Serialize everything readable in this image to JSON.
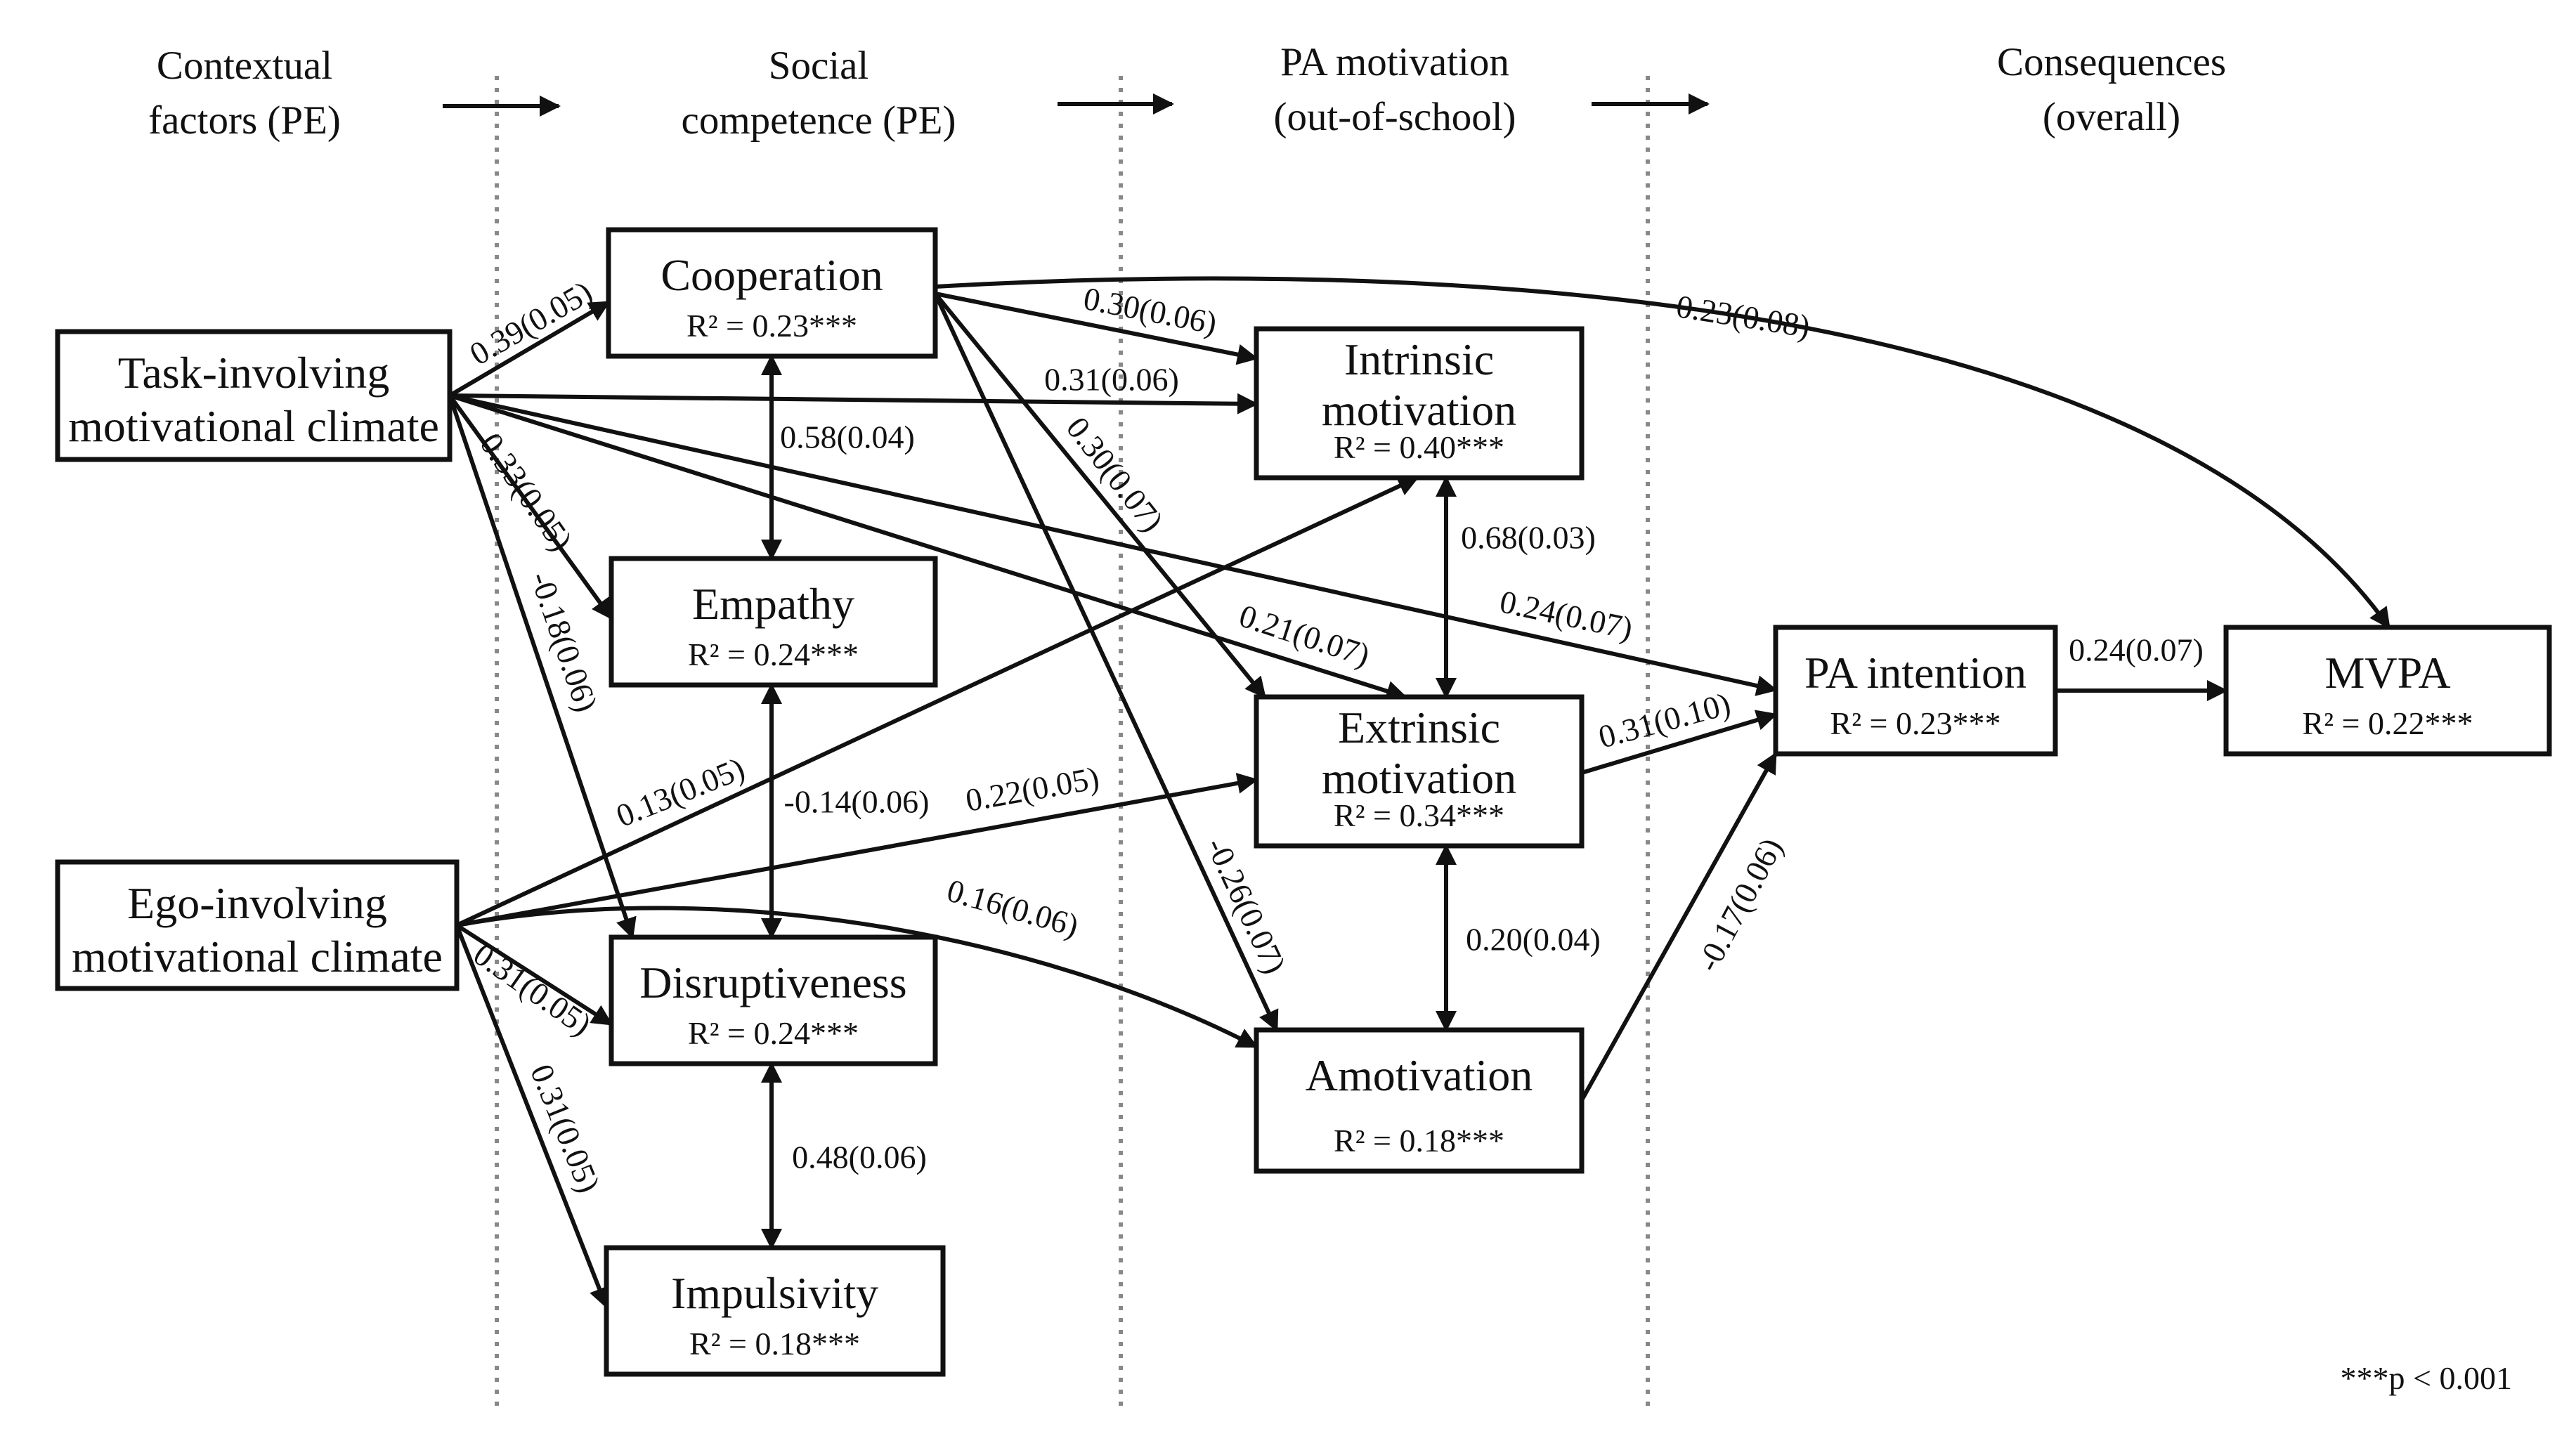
{
  "columns": [
    {
      "id": "context",
      "lines": [
        "Contextual",
        "factors (PE)"
      ]
    },
    {
      "id": "social",
      "lines": [
        "Social",
        "competence (PE)"
      ]
    },
    {
      "id": "motivation",
      "lines": [
        "PA motivation",
        "(out-of-school)"
      ]
    },
    {
      "id": "consequences",
      "lines": [
        "Consequences",
        "(overall)"
      ]
    }
  ],
  "nodes": [
    {
      "id": "task",
      "lines": [
        "Task-involving",
        "motivational climate"
      ],
      "r2": ""
    },
    {
      "id": "ego",
      "lines": [
        "Ego-involving",
        "motivational climate"
      ],
      "r2": ""
    },
    {
      "id": "coop",
      "lines": [
        "Cooperation"
      ],
      "r2": "R² = 0.23***"
    },
    {
      "id": "emp",
      "lines": [
        "Empathy"
      ],
      "r2": "R² = 0.24***"
    },
    {
      "id": "disr",
      "lines": [
        "Disruptiveness"
      ],
      "r2": "R² = 0.24***"
    },
    {
      "id": "imp",
      "lines": [
        "Impulsivity"
      ],
      "r2": "R² = 0.18***"
    },
    {
      "id": "intr",
      "lines": [
        "Intrinsic",
        "motivation"
      ],
      "r2": "R² = 0.40***"
    },
    {
      "id": "extr",
      "lines": [
        "Extrinsic",
        "motivation"
      ],
      "r2": "R² = 0.34***"
    },
    {
      "id": "amot",
      "lines": [
        "Amotivation"
      ],
      "r2": "R² = 0.18***"
    },
    {
      "id": "pai",
      "lines": [
        "PA intention"
      ],
      "r2": "R² = 0.23***"
    },
    {
      "id": "mvpa",
      "lines": [
        "MVPA"
      ],
      "r2": "R² = 0.22***"
    }
  ],
  "edges": [
    {
      "from": "task",
      "to": "coop",
      "label": "0.39(0.05)"
    },
    {
      "from": "task",
      "to": "intr",
      "label": "0.31(0.06)"
    },
    {
      "from": "task",
      "to": "emp",
      "label": "0.33(0.05)"
    },
    {
      "from": "task",
      "to": "disr",
      "label": "-0.18(0.06)"
    },
    {
      "from": "task",
      "to": "extr",
      "label": "0.21(0.07)"
    },
    {
      "from": "task",
      "to": "pai",
      "label": "0.24(0.07)"
    },
    {
      "from": "coop",
      "to": "intr",
      "label": "0.30(0.06)"
    },
    {
      "from": "coop",
      "to": "extr",
      "label": "0.30(0.07)"
    },
    {
      "from": "coop",
      "to": "amot",
      "label": "-0.26(0.07)"
    },
    {
      "from": "coop",
      "to": "mvpa",
      "label": "0.23(0.08)"
    },
    {
      "from": "coop",
      "to": "emp",
      "label": "0.58(0.04)",
      "bidirectional": true
    },
    {
      "from": "emp",
      "to": "disr",
      "label": "-0.14(0.06)",
      "bidirectional": true
    },
    {
      "from": "disr",
      "to": "imp",
      "label": "0.48(0.06)",
      "bidirectional": true
    },
    {
      "from": "ego",
      "to": "intr",
      "label": "0.13(0.05)"
    },
    {
      "from": "ego",
      "to": "extr",
      "label": "0.22(0.05)"
    },
    {
      "from": "ego",
      "to": "amot",
      "label": "0.16(0.06)"
    },
    {
      "from": "ego",
      "to": "disr",
      "label": "0.31(0.05)"
    },
    {
      "from": "ego",
      "to": "imp",
      "label": "0.31(0.05)"
    },
    {
      "from": "intr",
      "to": "extr",
      "label": "0.68(0.03)",
      "bidirectional": true
    },
    {
      "from": "extr",
      "to": "amot",
      "label": "0.20(0.04)",
      "bidirectional": true
    },
    {
      "from": "extr",
      "to": "pai",
      "label": "0.31(0.10)"
    },
    {
      "from": "amot",
      "to": "pai",
      "label": "-0.17(0.06)"
    },
    {
      "from": "pai",
      "to": "mvpa",
      "label": "0.24(0.07)"
    }
  ],
  "note": "***p < 0.001"
}
